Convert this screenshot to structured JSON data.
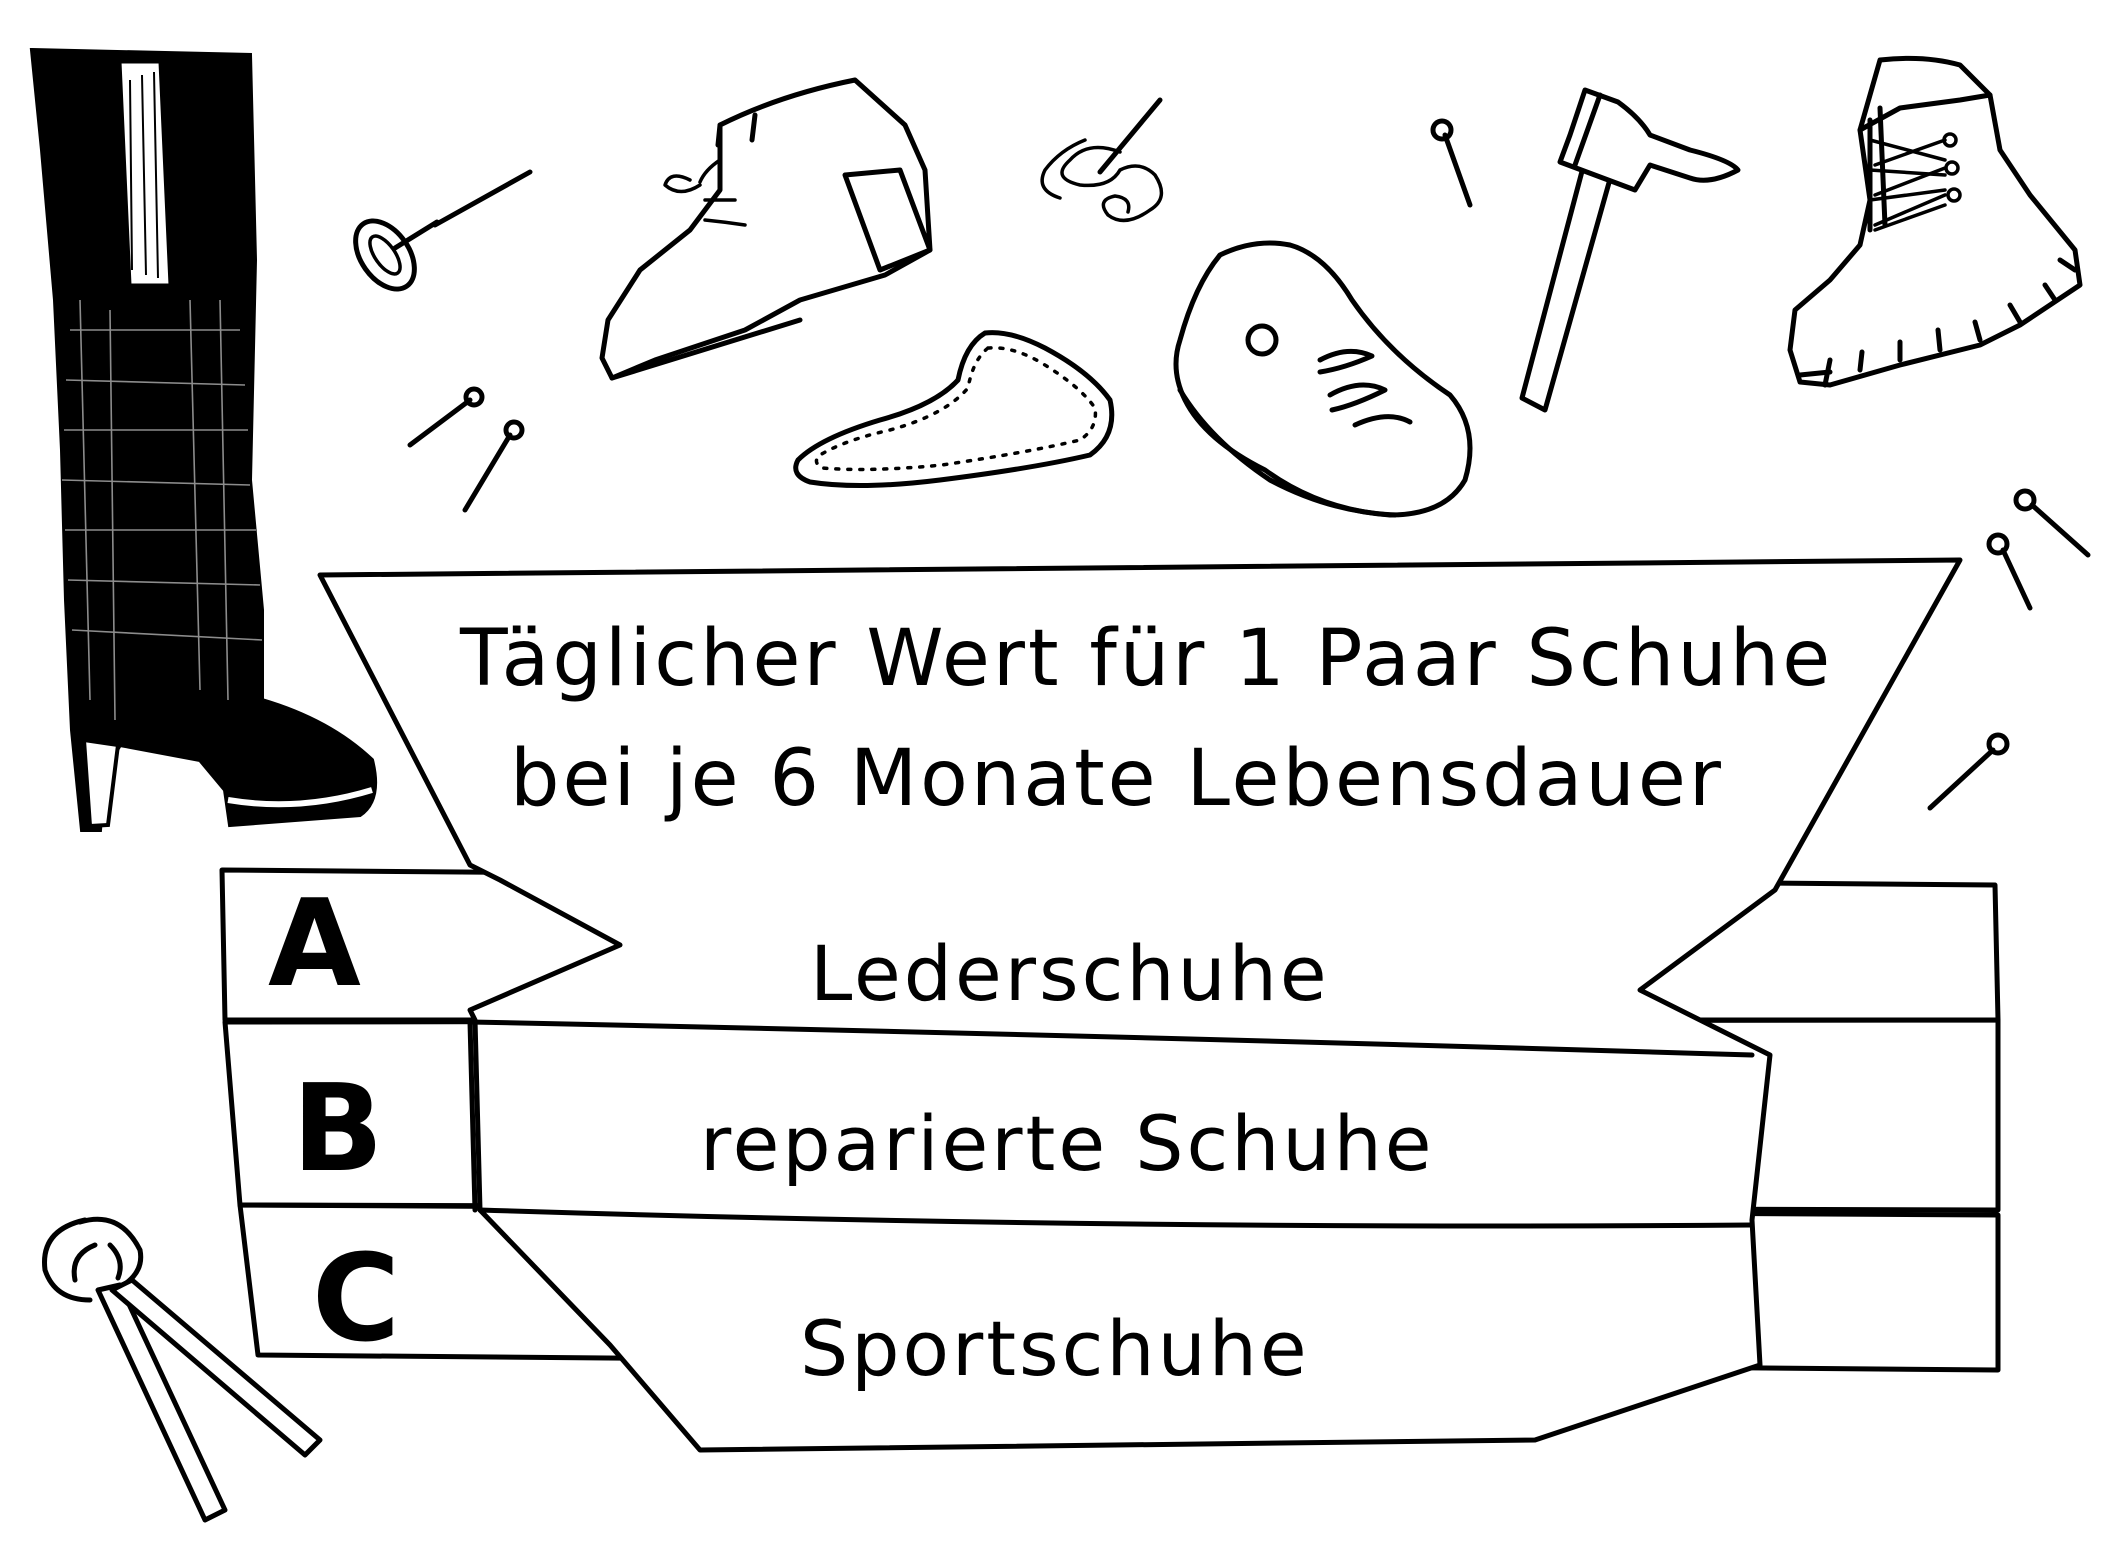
{
  "banner": {
    "line1": "Täglicher Wert für 1 Paar Schuhe",
    "line2": "bei je 6 Monate Lebensdauer"
  },
  "rows": [
    {
      "letter": "A",
      "label": "Lederschuhe"
    },
    {
      "letter": "B",
      "label": "reparierte Schuhe"
    },
    {
      "letter": "C",
      "label": "Sportschuhe"
    }
  ],
  "illustrations": [
    "tall-black-boot-icon",
    "sewing-needle-icon",
    "ankle-shoe-icon",
    "thread-needle-icon",
    "nail-icon",
    "shoe-sole-icon",
    "sneaker-icon",
    "hammer-icon",
    "hiking-boot-icon",
    "pincers-icon"
  ],
  "colors": {
    "ink": "#000000",
    "paper": "#ffffff"
  }
}
